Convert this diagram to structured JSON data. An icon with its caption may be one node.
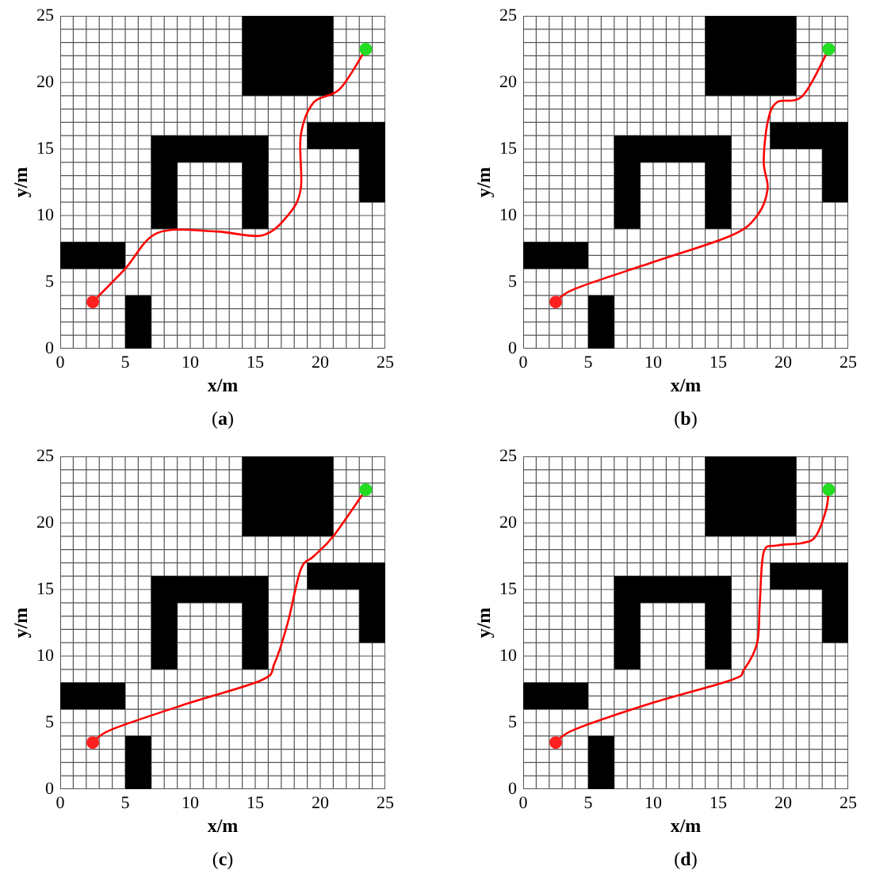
{
  "diagram": {
    "labels": [
      "25",
      "20",
      "15",
      "10",
      "5",
      "0",
      "y/m",
      "0",
      "5",
      "10",
      "15",
      "20",
      "25",
      "x/m",
      "(**a**)",
      "25",
      "20",
      "15",
      "10",
      "5",
      "0",
      "y/m",
      "0",
      "5",
      "10",
      "15",
      "20",
      "25",
      "x/m",
      "(**b**)",
      "25",
      "20",
      "15",
      "10",
      "5",
      "0",
      "y/m",
      "0",
      "5",
      "10",
      "15",
      "20",
      "25",
      "x/m",
      "(**c**)",
      "25",
      "20",
      "15",
      "10",
      "5",
      "0",
      "y/m",
      "0",
      "5",
      "10",
      "15",
      "20",
      "25",
      "x/m",
      "(**d**)"
    ]
  }
}
